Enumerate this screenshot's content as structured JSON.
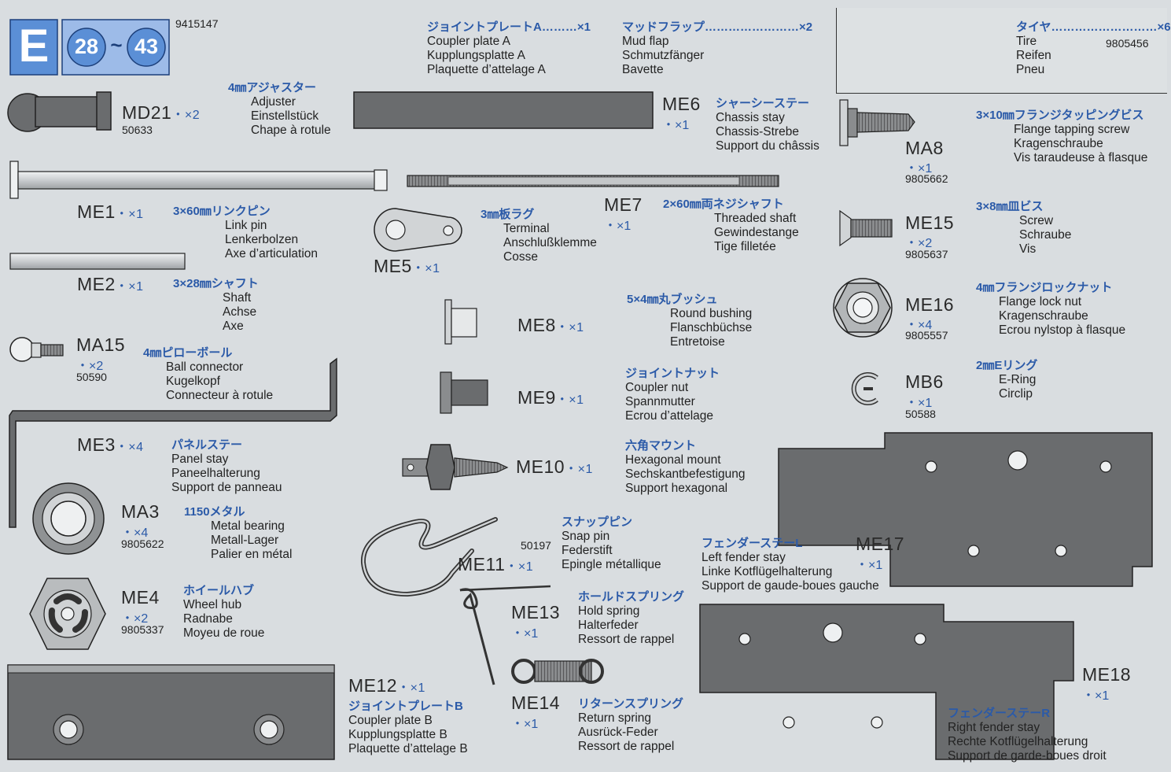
{
  "header": {
    "bag_letter": "E",
    "step_from": "28",
    "step_sep": "~",
    "step_to": "43",
    "bag_number": "9415147"
  },
  "colors": {
    "label_blue": "#2b5aa8",
    "badge_blue": "#5b8fd6",
    "part_gray": "#6a6c6e",
    "background": "#d9dde0"
  },
  "parts": {
    "MD21": {
      "code": "MD21",
      "qty": "・×2",
      "num": "50633",
      "jp": "4㎜アジャスター",
      "lines": [
        "Adjuster",
        "Einstellstück",
        "Chape à rotule"
      ]
    },
    "ME1": {
      "code": "ME1",
      "qty": "・×1",
      "jp": "3×60㎜リンクピン",
      "lines": [
        "Link pin",
        "Lenkerbolzen",
        "Axe d’articulation"
      ]
    },
    "ME2": {
      "code": "ME2",
      "qty": "・×1",
      "jp": "3×28㎜シャフト",
      "lines": [
        "Shaft",
        "Achse",
        "Axe"
      ]
    },
    "MA15": {
      "code": "MA15",
      "qty": "・×2",
      "num": "50590",
      "jp": "4㎜ピローボール",
      "lines": [
        "Ball connector",
        "Kugelkopf",
        "Connecteur à rotule"
      ]
    },
    "ME3": {
      "code": "ME3",
      "qty": "・×4",
      "jp": "パネルステー",
      "lines": [
        "Panel stay",
        "Paneelhalterung",
        "Support de panneau"
      ]
    },
    "MA3": {
      "code": "MA3",
      "qty": "・×4",
      "num": "9805622",
      "jp": "1150メタル",
      "lines": [
        "Metal bearing",
        "Metall-Lager",
        "Palier en métal"
      ]
    },
    "ME4": {
      "code": "ME4",
      "qty": "・×2",
      "num": "9805337",
      "jp": "ホイールハブ",
      "lines": [
        "Wheel hub",
        "Radnabe",
        "Moyeu de roue"
      ]
    },
    "ME12": {
      "code": "ME12",
      "qty": "・×1",
      "jp": "ジョイントプレートB",
      "lines": [
        "Coupler plate B",
        "Kupplungsplatte B",
        "Plaquette d’attelage B"
      ]
    },
    "plateA": {
      "jp": "ジョイントプレートA………×1",
      "lines": [
        "Coupler plate A",
        "Kupplungsplatte A",
        "Plaquette d’attelage A"
      ]
    },
    "mudflap": {
      "jp": "マッドフラップ……………………×2",
      "lines": [
        "Mud flap",
        "Schmutzfänger",
        "Bavette"
      ]
    },
    "tire": {
      "jp": "タイヤ………………………×6",
      "num": "9805456",
      "lines": [
        "Tire",
        "Reifen",
        "Pneu"
      ]
    },
    "ME6": {
      "code": "ME6",
      "qty": "・×1",
      "jp": "シャーシーステー",
      "lines": [
        "Chassis stay",
        "Chassis-Strebe",
        "Support du châssis"
      ]
    },
    "ME7": {
      "code": "ME7",
      "qty": "・×1",
      "jp": "2×60㎜両ネジシャフト",
      "lines": [
        "Threaded shaft",
        "Gewindestange",
        "Tige filletée"
      ]
    },
    "ME5": {
      "code": "ME5",
      "qty": "・×1",
      "jp": "3㎜板ラグ",
      "lines": [
        "Terminal",
        "Anschlußklemme",
        "Cosse"
      ]
    },
    "ME8": {
      "code": "ME8",
      "qty": "・×1",
      "jp": "5×4㎜丸ブッシュ",
      "lines": [
        "Round bushing",
        "Flanschbüchse",
        "Entretoise"
      ]
    },
    "ME9": {
      "code": "ME9",
      "qty": "・×1",
      "jp": "ジョイントナット",
      "lines": [
        "Coupler nut",
        "Spannmutter",
        "Ecrou d’attelage"
      ]
    },
    "ME10": {
      "code": "ME10",
      "qty": "・×1",
      "jp": "六角マウント",
      "lines": [
        "Hexagonal mount",
        "Sechskantbefestigung",
        "Support hexagonal"
      ]
    },
    "ME11": {
      "code": "ME11",
      "qty": "・×1",
      "num": "50197",
      "jp": "スナップピン",
      "lines": [
        "Snap pin",
        "Federstift",
        "Epingle métallique"
      ]
    },
    "ME13": {
      "code": "ME13",
      "qty": "・×1",
      "jp": "ホールドスプリング",
      "lines": [
        "Hold spring",
        "Halterfeder",
        "Ressort de rappel"
      ]
    },
    "ME14": {
      "code": "ME14",
      "qty": "・×1",
      "jp": "リターンスプリング",
      "lines": [
        "Return spring",
        "Ausrück-Feder",
        "Ressort de rappel"
      ]
    },
    "MA8": {
      "code": "MA8",
      "qty": "・×1",
      "num": "9805662",
      "jp": "3×10㎜フランジタッピングビス",
      "lines": [
        "Flange tapping screw",
        "Kragenschraube",
        "Vis taraudeuse à flasque"
      ]
    },
    "ME15": {
      "code": "ME15",
      "qty": "・×2",
      "num": "9805637",
      "jp": "3×8㎜皿ビス",
      "lines": [
        "Screw",
        "Schraube",
        "Vis"
      ]
    },
    "ME16": {
      "code": "ME16",
      "qty": "・×4",
      "num": "9805557",
      "jp": "4㎜フランジロックナット",
      "lines": [
        "Flange lock nut",
        "Kragenschraube",
        "Ecrou nylstop à flasque"
      ]
    },
    "MB6": {
      "code": "MB6",
      "qty": "・×1",
      "num": "50588",
      "jp": "2㎜Eリング",
      "lines": [
        "E-Ring",
        "Circlip"
      ]
    },
    "ME17": {
      "code": "ME17",
      "qty": "・×1",
      "jp": "フェンダーステーL",
      "lines": [
        "Left fender stay",
        "Linke Kotflügelhalterung",
        "Support de gaude-boues gauche"
      ]
    },
    "ME18": {
      "code": "ME18",
      "qty": "・×1",
      "jp": "フェンダーステーR",
      "lines": [
        "Right fender stay",
        "Rechte Kotflügelhalterung",
        "Support de garde-boues droit"
      ]
    }
  }
}
